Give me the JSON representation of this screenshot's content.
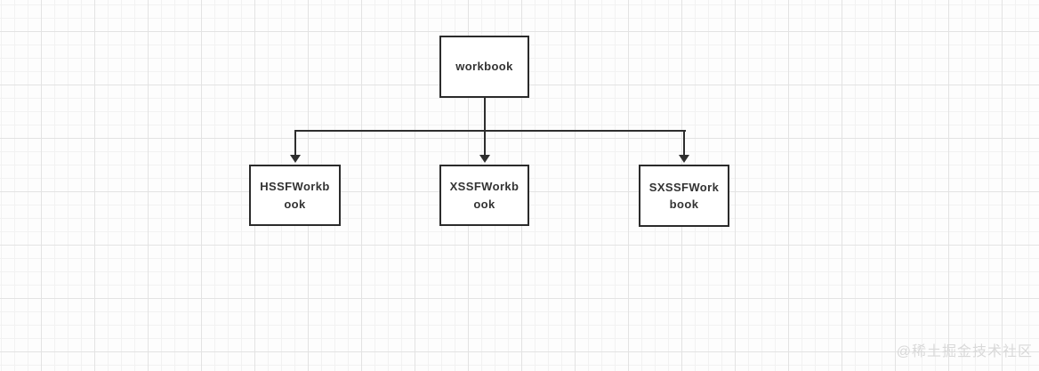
{
  "diagram": {
    "type": "flowchart",
    "root": {
      "label": "workbook"
    },
    "children": [
      {
        "label": "HSSFWorkb\nook"
      },
      {
        "label": "XSSFWorkb\nook"
      },
      {
        "label": "SXSSFWork\nbook"
      }
    ],
    "edges": [
      {
        "from": "workbook",
        "to": "HSSFWorkbook",
        "arrow": "down"
      },
      {
        "from": "workbook",
        "to": "XSSFWorkbook",
        "arrow": "down"
      },
      {
        "from": "workbook",
        "to": "SXSSFWorkbook",
        "arrow": "down"
      }
    ]
  },
  "watermark": {
    "text": "@稀土掘金技术社区"
  },
  "colors": {
    "node_border": "#2b2b2b",
    "node_fill": "#ffffff",
    "connector": "#2e2e2e",
    "text": "#333333",
    "grid_minor": "#f2f2f2",
    "grid_major": "#e3e3e3",
    "background": "#fdfdfd",
    "watermark": "#d9d9d9"
  }
}
